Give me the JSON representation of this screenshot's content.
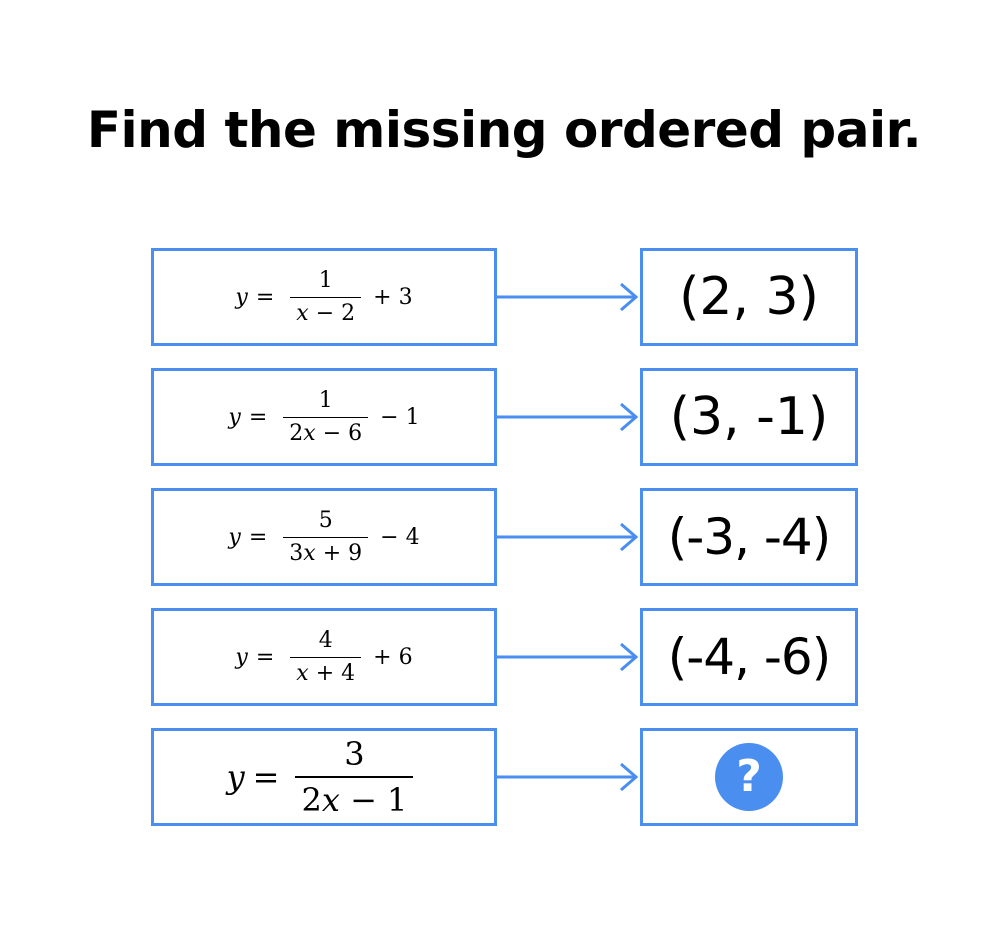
{
  "title": "Find the missing ordered pair.",
  "accent_color": "#4a8ef0",
  "rows": [
    {
      "equation": {
        "lhs": "y",
        "rel": "=",
        "num": "1",
        "den": "x − 2",
        "tail": "+ 3"
      },
      "answer": "(2, 3)"
    },
    {
      "equation": {
        "lhs": "y",
        "rel": "=",
        "num": "1",
        "den": "2x − 6",
        "tail": "− 1"
      },
      "answer": "(3, -1)"
    },
    {
      "equation": {
        "lhs": "y",
        "rel": "=",
        "num": "5",
        "den": "3x + 9",
        "tail": "− 4"
      },
      "answer": "(-3, -4)"
    },
    {
      "equation": {
        "lhs": "y",
        "rel": "=",
        "num": "4",
        "den": "x + 4",
        "tail": "+ 6"
      },
      "answer": "(-4, -6)"
    },
    {
      "equation": {
        "lhs": "y",
        "rel": "=",
        "num": "3",
        "den": "2x − 1",
        "tail": ""
      },
      "answer": "?",
      "answer_icon": "question-mark-circle-icon"
    }
  ]
}
